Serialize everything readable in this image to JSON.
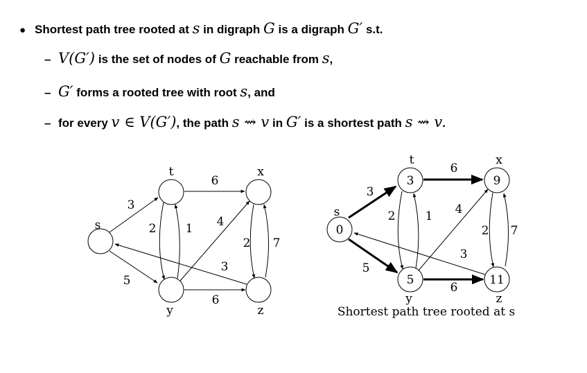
{
  "bullet_main": {
    "t1": "Shortest path tree rooted at ",
    "s": "s",
    "t2": " in digraph ",
    "G": "G",
    "t3": " is a digraph ",
    "Gp": "G′",
    "t4": " s.t."
  },
  "sub1": {
    "math": "V(G′)",
    "t1": " is the set of nodes of ",
    "G": "G",
    "t2": " reachable from ",
    "s": "s",
    "t3": ","
  },
  "sub2": {
    "Gp": "G′",
    "t1": " forms a rooted tree with root ",
    "s": "s",
    "t2": ", and"
  },
  "sub3": {
    "t1": "for every ",
    "m1": "v ∈ V(G′)",
    "t2": ", the path ",
    "m2": "s ⇝ v",
    "t3": " in ",
    "Gp": "G′",
    "t4": " is a shortest path ",
    "m3": "s ⇝ v",
    "t5": "."
  },
  "left_graph": {
    "labels": {
      "s": "s",
      "t": "t",
      "x": "x",
      "y": "y",
      "z": "z"
    },
    "weights": {
      "st": "3",
      "sy": "5",
      "ty": "2",
      "yt": "1",
      "tx": "6",
      "yx": "4",
      "yz": "6",
      "zs": "3",
      "xz": "2",
      "zx": "7"
    }
  },
  "right_graph": {
    "labels": {
      "s": "s",
      "t": "t",
      "x": "x",
      "y": "y",
      "z": "z"
    },
    "distances": {
      "s": "0",
      "t": "3",
      "x": "9",
      "y": "5",
      "z": "11"
    },
    "weights": {
      "st": "3",
      "sy": "5",
      "ty": "2",
      "yt": "1",
      "tx": "6",
      "yx": "4",
      "yz": "6",
      "zs": "3",
      "xz": "2",
      "zx": "7"
    },
    "tree_edges": [
      "st",
      "sy",
      "tx",
      "yz"
    ]
  },
  "caption": "Shortest path tree rooted at s"
}
